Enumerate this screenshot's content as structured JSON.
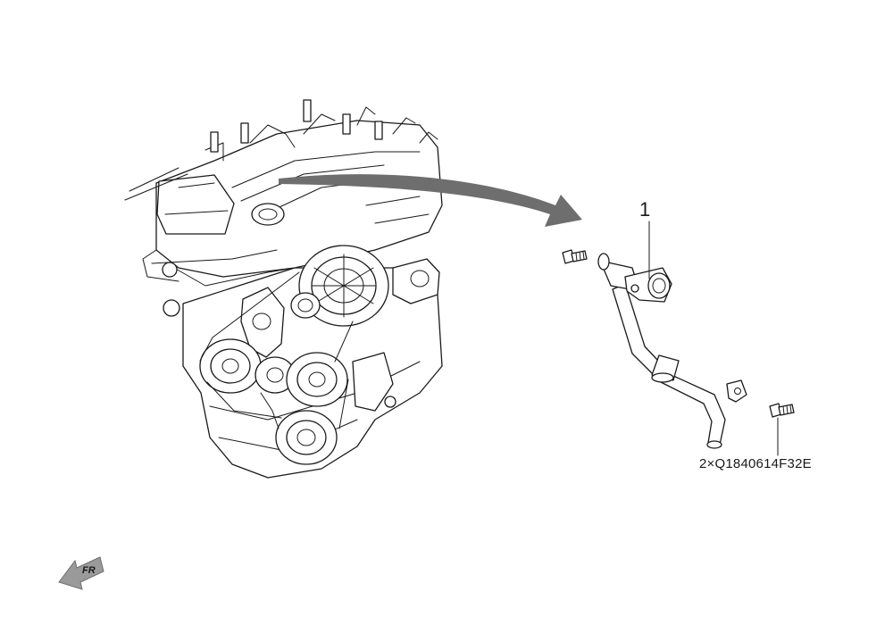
{
  "diagram": {
    "callout_number": "1",
    "bolt_label": "2×Q1840614F32E",
    "front_indicator": "FR",
    "arrow_color": "#6e6e6e",
    "indicator_color": "#9a9a9a",
    "line_color": "#1a1a1a"
  }
}
